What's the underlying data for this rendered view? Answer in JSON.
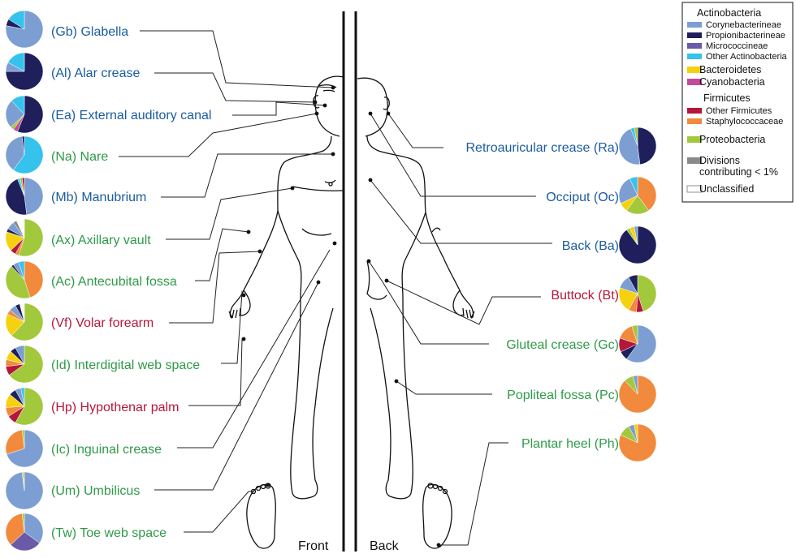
{
  "colors": {
    "actinobacteria_head": "#111111",
    "Corynebacterineae": "#7c9ed2",
    "Propionibacterineae": "#1f1f5c",
    "Micrococcineae": "#6b5aa8",
    "Other Actinobacteria": "#35c3ee",
    "Bacteroidetes": "#f5d10f",
    "Cyanobacteria": "#c24c9b",
    "Other Firmicutes": "#b5173b",
    "Staphylococcaceae": "#f18a3c",
    "Proteobacteria": "#a2c83b",
    "Divisions contributing < 1%": "#8a8a8a",
    "Unclassified": "#ffffff",
    "moist_label": "#2e9a48",
    "sebaceous_label": "#1a5c9e",
    "dry_label": "#b5173b"
  },
  "legend": {
    "actinobacteria": "Actinobacteria",
    "corynebacterineae": "Corynebacterineae",
    "propionibacterineae": "Propionibacterineae",
    "micrococcineae": "Micrococcineae",
    "other_actinobacteria": "Other Actinobacteria",
    "bacteroidetes": "Bacteroidetes",
    "cyanobacteria": "Cyanobacteria",
    "firmicutes": "Firmicutes",
    "other_firmicutes": "Other Firmicutes",
    "staphylococcaceae": "Staphylococcaceae",
    "proteobacteria": "Proteobacteria",
    "divisions_line1": "Divisions",
    "divisions_line2": "contributing < 1%",
    "unclassified": "Unclassified"
  },
  "captions": {
    "front": "Front",
    "back": "Back"
  },
  "sites": [
    {
      "label": "(Gb) Glabella",
      "group": "sebaceous",
      "side": "front",
      "composition": [
        [
          "Corynebacterineae",
          0.78
        ],
        [
          "Propionibacterineae",
          0.06
        ],
        [
          "Other Actinobacteria",
          0.16
        ]
      ]
    },
    {
      "label": "(Al) Alar crease",
      "group": "sebaceous",
      "side": "front",
      "composition": [
        [
          "Propionibacterineae",
          0.75
        ],
        [
          "Corynebacterineae",
          0.08
        ],
        [
          "Other Actinobacteria",
          0.17
        ]
      ]
    },
    {
      "label": "(Ea) External auditory canal",
      "group": "sebaceous",
      "side": "front",
      "composition": [
        [
          "Propionibacterineae",
          0.56
        ],
        [
          "Cyanobacteria",
          0.04
        ],
        [
          "Proteobacteria",
          0.03
        ],
        [
          "Corynebacterineae",
          0.25
        ],
        [
          "Other Actinobacteria",
          0.12
        ]
      ]
    },
    {
      "label": "(Na) Nare",
      "group": "moist",
      "side": "front",
      "composition": [
        [
          "Other Actinobacteria",
          0.6
        ],
        [
          "Corynebacterineae",
          0.38
        ],
        [
          "Propionibacterineae",
          0.02
        ]
      ]
    },
    {
      "label": "(Mb) Manubrium",
      "group": "sebaceous",
      "side": "front",
      "composition": [
        [
          "Corynebacterineae",
          0.48
        ],
        [
          "Propionibacterineae",
          0.46
        ],
        [
          "Other Actinobacteria",
          0.02
        ],
        [
          "Proteobacteria",
          0.02
        ],
        [
          "Other Firmicutes",
          0.02
        ]
      ]
    },
    {
      "label": "(Ax) Axillary vault",
      "group": "moist",
      "side": "front",
      "composition": [
        [
          "Proteobacteria",
          0.55
        ],
        [
          "Staphylococcaceae",
          0.03
        ],
        [
          "Other Firmicutes",
          0.05
        ],
        [
          "Bacteroidetes",
          0.17
        ],
        [
          "Propionibacterineae",
          0.03
        ],
        [
          "Corynebacterineae",
          0.07
        ],
        [
          "Divisions contributing < 1%",
          0.03
        ],
        [
          "Unclassified",
          0.07
        ]
      ]
    },
    {
      "label": "(Ac) Antecubital fossa",
      "group": "moist",
      "side": "front",
      "composition": [
        [
          "Staphylococcaceae",
          0.45
        ],
        [
          "Proteobacteria",
          0.43
        ],
        [
          "Propionibacterineae",
          0.02
        ],
        [
          "Corynebacterineae",
          0.05
        ],
        [
          "Other Actinobacteria",
          0.05
        ]
      ]
    },
    {
      "label": "(Vf) Volar forearm",
      "group": "dry",
      "side": "front",
      "composition": [
        [
          "Proteobacteria",
          0.62
        ],
        [
          "Bacteroidetes",
          0.2
        ],
        [
          "Staphylococcaceae",
          0.04
        ],
        [
          "Corynebacterineae",
          0.06
        ],
        [
          "Propionibacterineae",
          0.04
        ],
        [
          "Unclassified",
          0.04
        ]
      ]
    },
    {
      "label": "(Id) Interdigital web space",
      "group": "moist",
      "side": "front",
      "composition": [
        [
          "Proteobacteria",
          0.65
        ],
        [
          "Other Firmicutes",
          0.08
        ],
        [
          "Staphylococcaceae",
          0.06
        ],
        [
          "Bacteroidetes",
          0.08
        ],
        [
          "Propionibacterineae",
          0.05
        ],
        [
          "Corynebacterineae",
          0.08
        ]
      ]
    },
    {
      "label": "(Hp) Hypothenar palm",
      "group": "dry",
      "side": "front",
      "composition": [
        [
          "Proteobacteria",
          0.58
        ],
        [
          "Other Firmicutes",
          0.08
        ],
        [
          "Staphylococcaceae",
          0.08
        ],
        [
          "Bacteroidetes",
          0.12
        ],
        [
          "Propionibacterineae",
          0.06
        ],
        [
          "Corynebacterineae",
          0.05
        ],
        [
          "Other Actinobacteria",
          0.03
        ]
      ]
    },
    {
      "label": "(Ic) Inguinal crease",
      "group": "moist",
      "side": "front",
      "composition": [
        [
          "Corynebacterineae",
          0.7
        ],
        [
          "Staphylococcaceae",
          0.28
        ],
        [
          "Proteobacteria",
          0.02
        ]
      ]
    },
    {
      "label": "(Um) Umbilicus",
      "group": "moist",
      "side": "front",
      "composition": [
        [
          "Corynebacterineae",
          0.98
        ],
        [
          "Proteobacteria",
          0.01
        ],
        [
          "Staphylococcaceae",
          0.01
        ]
      ]
    },
    {
      "label": "(Tw) Toe web space",
      "group": "moist",
      "side": "front",
      "composition": [
        [
          "Corynebacterineae",
          0.35
        ],
        [
          "Micrococcineae",
          0.28
        ],
        [
          "Staphylococcaceae",
          0.35
        ],
        [
          "Proteobacteria",
          0.02
        ]
      ]
    },
    {
      "label": "Retroauricular crease (Ra)",
      "group": "sebaceous",
      "side": "back",
      "composition": [
        [
          "Propionibacterineae",
          0.48
        ],
        [
          "Corynebacterineae",
          0.46
        ],
        [
          "Other Actinobacteria",
          0.03
        ],
        [
          "Proteobacteria",
          0.03
        ]
      ]
    },
    {
      "label": "Occiput (Oc)",
      "group": "sebaceous",
      "side": "back",
      "composition": [
        [
          "Staphylococcaceae",
          0.4
        ],
        [
          "Proteobacteria",
          0.2
        ],
        [
          "Bacteroidetes",
          0.08
        ],
        [
          "Corynebacterineae",
          0.25
        ],
        [
          "Other Actinobacteria",
          0.07
        ]
      ]
    },
    {
      "label": "Back (Ba)",
      "group": "sebaceous",
      "side": "back",
      "composition": [
        [
          "Propionibacterineae",
          0.9
        ],
        [
          "Proteobacteria",
          0.03
        ],
        [
          "Bacteroidetes",
          0.04
        ],
        [
          "Corynebacterineae",
          0.03
        ]
      ]
    },
    {
      "label": "Buttock (Bt)",
      "group": "dry",
      "side": "back",
      "composition": [
        [
          "Proteobacteria",
          0.45
        ],
        [
          "Other Firmicutes",
          0.06
        ],
        [
          "Staphylococcaceae",
          0.07
        ],
        [
          "Bacteroidetes",
          0.22
        ],
        [
          "Corynebacterineae",
          0.12
        ],
        [
          "Propionibacterineae",
          0.08
        ]
      ]
    },
    {
      "label": "Gluteal crease (Gc)",
      "group": "moist",
      "side": "back",
      "composition": [
        [
          "Corynebacterineae",
          0.6
        ],
        [
          "Propionibacterineae",
          0.08
        ],
        [
          "Other Firmicutes",
          0.12
        ],
        [
          "Staphylococcaceae",
          0.15
        ],
        [
          "Proteobacteria",
          0.05
        ]
      ]
    },
    {
      "label": "Popliteal fossa (Pc)",
      "group": "moist",
      "side": "back",
      "composition": [
        [
          "Staphylococcaceae",
          0.88
        ],
        [
          "Proteobacteria",
          0.08
        ],
        [
          "Corynebacterineae",
          0.04
        ]
      ]
    },
    {
      "label": "Plantar heel (Ph)",
      "group": "moist",
      "side": "back",
      "composition": [
        [
          "Staphylococcaceae",
          0.82
        ],
        [
          "Proteobacteria",
          0.1
        ],
        [
          "Corynebacterineae",
          0.05
        ],
        [
          "Bacteroidetes",
          0.03
        ]
      ]
    }
  ]
}
